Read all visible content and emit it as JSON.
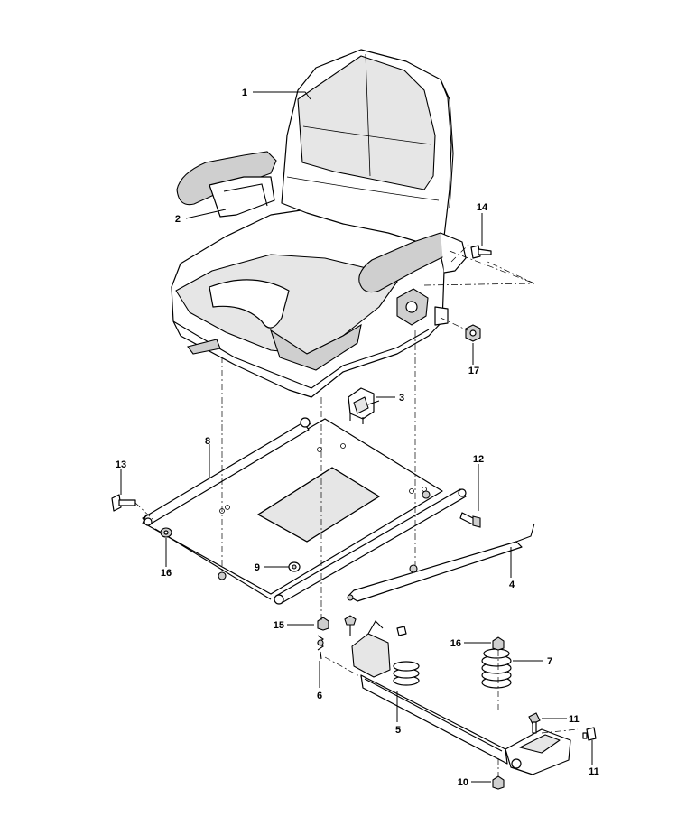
{
  "callouts": {
    "c1": "1",
    "c2": "2",
    "c3": "3",
    "c4": "4",
    "c5": "5",
    "c6": "6",
    "c7": "7",
    "c8": "8",
    "c9": "9",
    "c10": "10",
    "c11a": "11",
    "c11b": "11",
    "c12": "12",
    "c13": "13",
    "c14": "14",
    "c15": "15",
    "c16a": "16",
    "c16b": "16",
    "c17": "17"
  }
}
